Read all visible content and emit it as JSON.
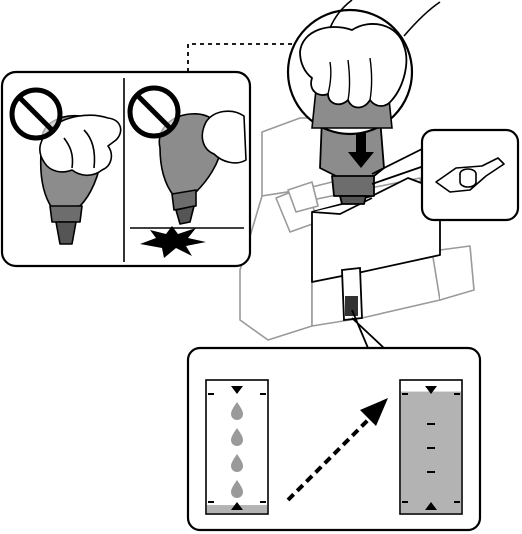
{
  "figure": {
    "description_labels": [],
    "colors": {
      "outline": "#000000",
      "printer_fill": "#ffffff",
      "printer_line": "#9a9a9a",
      "bottle_gray": "#8c8c8c",
      "ink_fill": "#b3b3b3",
      "drop_gray": "#9a9a9a"
    },
    "panels": {
      "dont": {
        "items": [
          {
            "symbol": "prohibited-icon",
            "subject": "squeezing-bottle"
          },
          {
            "symbol": "prohibited-icon",
            "subject": "bottle-hitting-surface"
          }
        ]
      },
      "detail_cap": {
        "subject": "bottle-cap-stand"
      },
      "ink_level": {
        "before": {
          "drops": 4,
          "level": 0.06
        },
        "after": {
          "level": 0.92
        },
        "arrow": "arrow-icon"
      }
    }
  }
}
